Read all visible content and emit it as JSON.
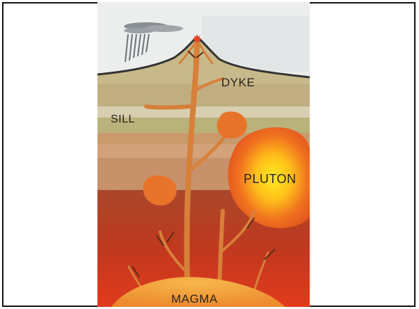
{
  "labels": {
    "dyke": "DYKE",
    "sill": "SILL",
    "pluton": "PLUTON",
    "magma_chamber": "MAGMA"
  },
  "colors": {
    "sky": "#eceeee",
    "magma": "#e8732a",
    "pluton_core": "#ffe020",
    "deep_rock": "#c23a22"
  }
}
